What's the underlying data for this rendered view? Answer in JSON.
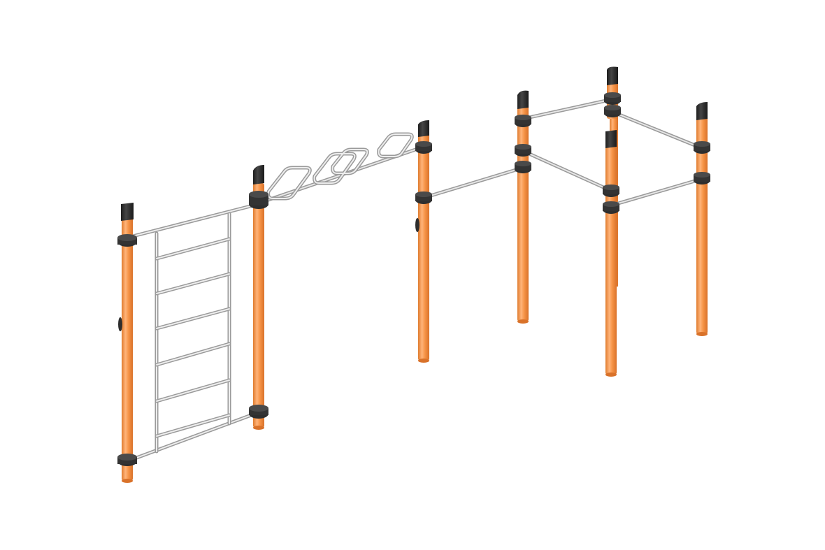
{
  "image": {
    "subject": "outdoor-workout-station",
    "background_color": "#ffffff"
  },
  "colors": {
    "post_orange": "#f79548",
    "post_orange_shadow": "#e07c2e",
    "post_orange_highlight": "#ffb47a",
    "cap_black": "#2b2b2b",
    "clamp_black": "#333333",
    "steel_bar": "#c9c9c9",
    "steel_bar_highlight": "#f2f2f2",
    "steel_bar_shadow": "#9a9a9a"
  },
  "components": {
    "posts": 7,
    "ladder_rungs": 6,
    "monkey_bar_loops": 4,
    "horizontal_bars": 6
  }
}
